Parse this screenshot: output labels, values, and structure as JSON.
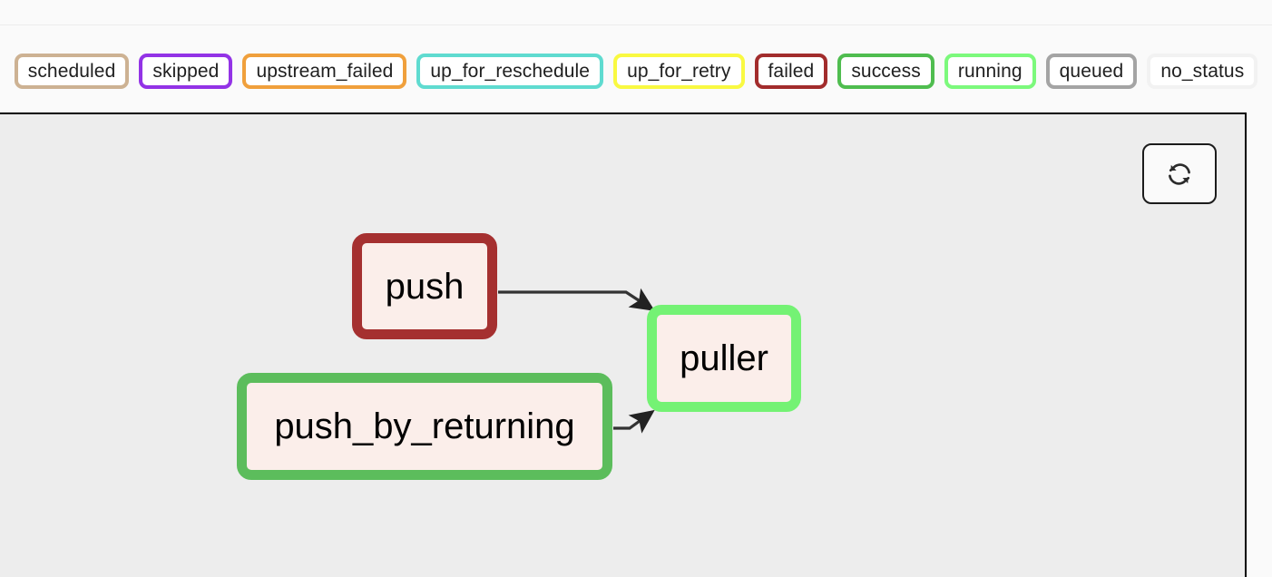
{
  "legend": {
    "name": "task-status-legend",
    "items": [
      {
        "label": "scheduled",
        "color": "#cdb293"
      },
      {
        "label": "skipped",
        "color": "#9333e6"
      },
      {
        "label": "upstream_failed",
        "color": "#f0a03c"
      },
      {
        "label": "up_for_reschedule",
        "color": "#5fdbd0"
      },
      {
        "label": "up_for_retry",
        "color": "#f9f941"
      },
      {
        "label": "failed",
        "color": "#a22c2c"
      },
      {
        "label": "success",
        "color": "#4fbd4f"
      },
      {
        "label": "running",
        "color": "#7cf97c"
      },
      {
        "label": "queued",
        "color": "#a4a4a4"
      },
      {
        "label": "no_status",
        "color": "#f2f2f2"
      }
    ]
  },
  "toolbar": {
    "refresh_label": "Refresh",
    "refresh_icon": "refresh-icon"
  },
  "graph": {
    "background_color": "#ededed",
    "node_fill": "#fbeeea",
    "edge_color": "#333333",
    "nodes": [
      {
        "id": "push",
        "label": "push",
        "status": "failed",
        "border_color": "#a53030"
      },
      {
        "id": "puller",
        "label": "puller",
        "status": "running",
        "border_color": "#74f274"
      },
      {
        "id": "push_by_returning",
        "label": "push_by_returning",
        "status": "success",
        "border_color": "#5cbd5c"
      }
    ],
    "edges": [
      {
        "from": "push",
        "to": "puller"
      },
      {
        "from": "push_by_returning",
        "to": "puller"
      }
    ]
  }
}
